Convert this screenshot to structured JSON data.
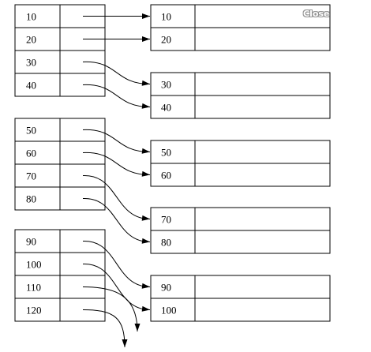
{
  "close_label": "Close",
  "colors": {
    "stroke": "#000000",
    "background": "#ffffff"
  },
  "index_blocks": [
    {
      "keys": [
        "10",
        "20",
        "30",
        "40"
      ]
    },
    {
      "keys": [
        "50",
        "60",
        "70",
        "80"
      ]
    },
    {
      "keys": [
        "90",
        "100",
        "110",
        "120"
      ]
    }
  ],
  "data_blocks": [
    {
      "keys": [
        "10",
        "20"
      ]
    },
    {
      "keys": [
        "30",
        "40"
      ]
    },
    {
      "keys": [
        "50",
        "60"
      ]
    },
    {
      "keys": [
        "70",
        "80"
      ]
    },
    {
      "keys": [
        "90",
        "100"
      ]
    }
  ],
  "pointers": [
    {
      "from": "10",
      "to": "10"
    },
    {
      "from": "20",
      "to": "20"
    },
    {
      "from": "30",
      "to": "30"
    },
    {
      "from": "40",
      "to": "40"
    },
    {
      "from": "50",
      "to": "50"
    },
    {
      "from": "60",
      "to": "60"
    },
    {
      "from": "70",
      "to": "70"
    },
    {
      "from": "80",
      "to": "80"
    },
    {
      "from": "90",
      "to": "90"
    },
    {
      "from": "100",
      "to": "100"
    },
    {
      "from": "110",
      "to": null
    },
    {
      "from": "120",
      "to": null
    }
  ]
}
